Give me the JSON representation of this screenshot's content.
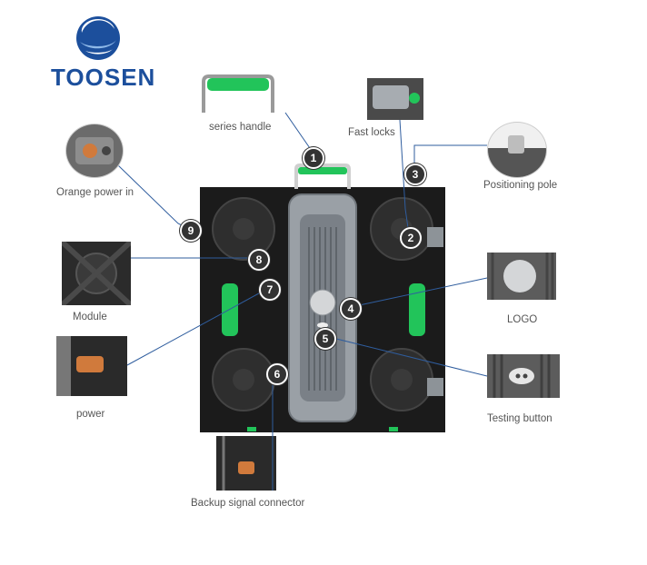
{
  "brand": {
    "name": "TOOSEN",
    "color": "#1c4f9c"
  },
  "callouts": [
    {
      "number": "1",
      "label": "series handle"
    },
    {
      "number": "2",
      "label": "Fast locks"
    },
    {
      "number": "3",
      "label": "Positioning pole"
    },
    {
      "number": "4",
      "label": "LOGO"
    },
    {
      "number": "5",
      "label": "Testing button"
    },
    {
      "number": "6",
      "label": "Backup signal connector"
    },
    {
      "number": "7",
      "label": "power"
    },
    {
      "number": "8",
      "label": "Module"
    },
    {
      "number": "9",
      "label": "Orange power in"
    }
  ],
  "colors": {
    "handle_green": "#22c45a",
    "leader_line": "#2f5d9e",
    "cabinet": "#1b1b1b",
    "cover": "#9aa0a6"
  }
}
